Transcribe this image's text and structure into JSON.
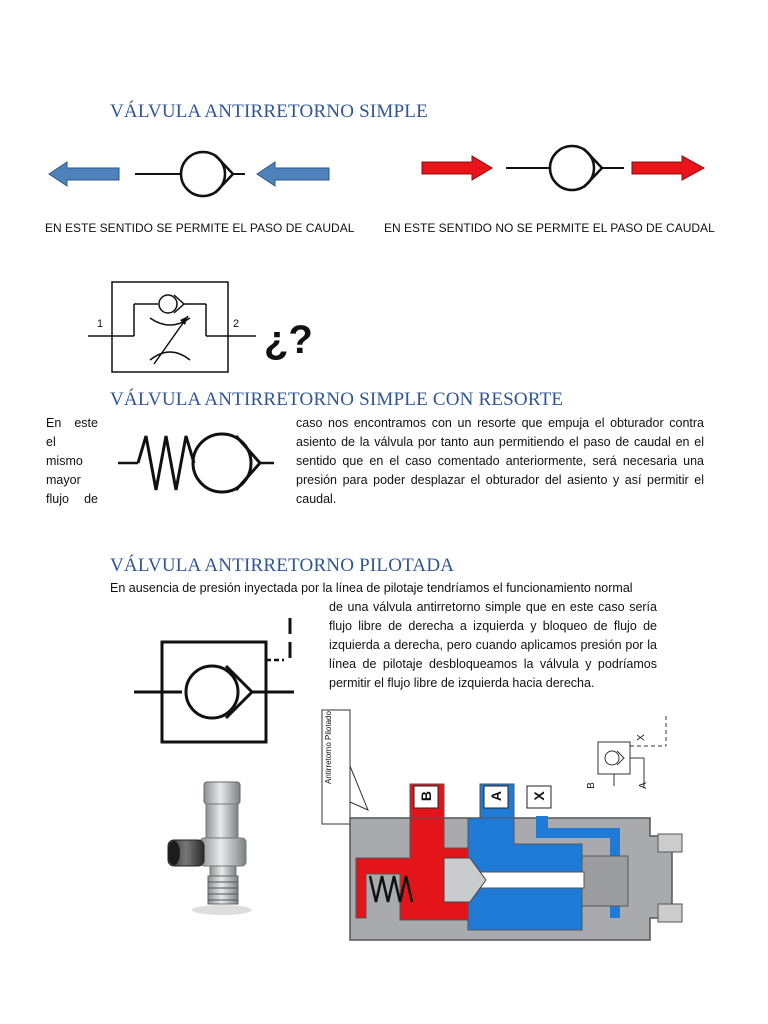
{
  "section1": {
    "title": "VÁLVULA ANTIRRETORNO SIMPLE",
    "caption_left": "EN ESTE SENTIDO SE PERMITE EL PASO DE CAUDAL",
    "caption_right": "EN ESTE SENTIDO NO SE PERMITE EL PASO DE CAUDAL",
    "arrow_allow_color": "#4f81bd",
    "arrow_deny_color": "#e8141a"
  },
  "throttle_symbol": {
    "port_1": "1",
    "port_2": "2",
    "question": "¿?"
  },
  "section2": {
    "title": "VÁLVULA ANTIRRETORNO SIMPLE CON RESORTE",
    "left_words": [
      [
        "En",
        "este"
      ],
      [
        "el",
        ""
      ],
      [
        "mismo",
        ""
      ],
      [
        "mayor",
        ""
      ],
      [
        "flujo",
        "de"
      ]
    ],
    "paragraph": "caso nos encontramos con un resorte que empuja el obturador contra asiento de la válvula por tanto aun permitiendo el paso de caudal en el sentido que en el caso comentado anteriormente, será necesaria una presión para poder desplazar el obturador del asiento y así permitir el caudal."
  },
  "section3": {
    "title": "VÁLVULA ANTIRRETORNO PILOTADA",
    "first_line": "En ausencia de presión inyectada por la línea de pilotaje tendríamos el funcionamiento normal",
    "paragraph": "de una válvula antirretorno simple que en este caso sería flujo libre de derecha a izquierda y bloqueo de flujo de izquierda a derecha, pero cuando aplicamos presión por la línea de pilotaje desbloqueamos la válvula y podríamos permitir el  flujo libre de izquierda hacia derecha."
  },
  "cutaway": {
    "label": "Antirretorno Pilotado",
    "port_b": "B",
    "port_a": "A",
    "port_x": "X",
    "mini_b": "B",
    "mini_a": "A",
    "mini_x": "X",
    "color_red": "#e3151b",
    "color_blue": "#1f7bd6",
    "color_body": "#a8aaad"
  }
}
